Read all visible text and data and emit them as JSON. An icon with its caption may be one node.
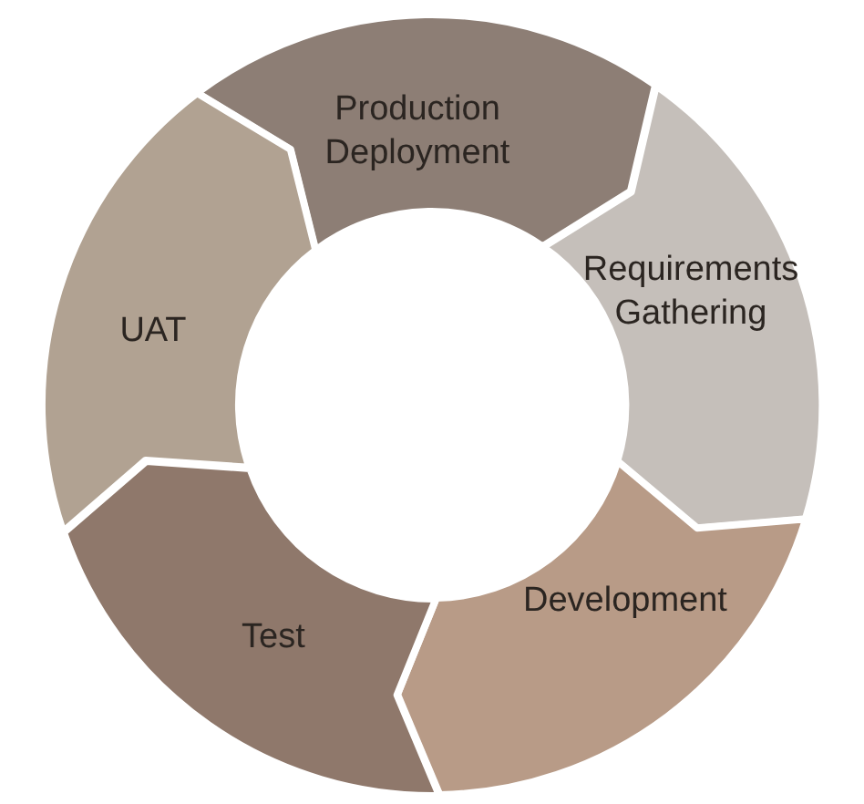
{
  "diagram": {
    "nodes": [
      {
        "text": [
          "Production Deployment"
        ]
      },
      {
        "text": [
          "Requirements Gathering"
        ]
      },
      {
        "text": [
          "Development"
        ]
      },
      {
        "text": [
          "Test"
        ]
      },
      {
        "text": [
          "UAT"
        ]
      }
    ]
  }
}
